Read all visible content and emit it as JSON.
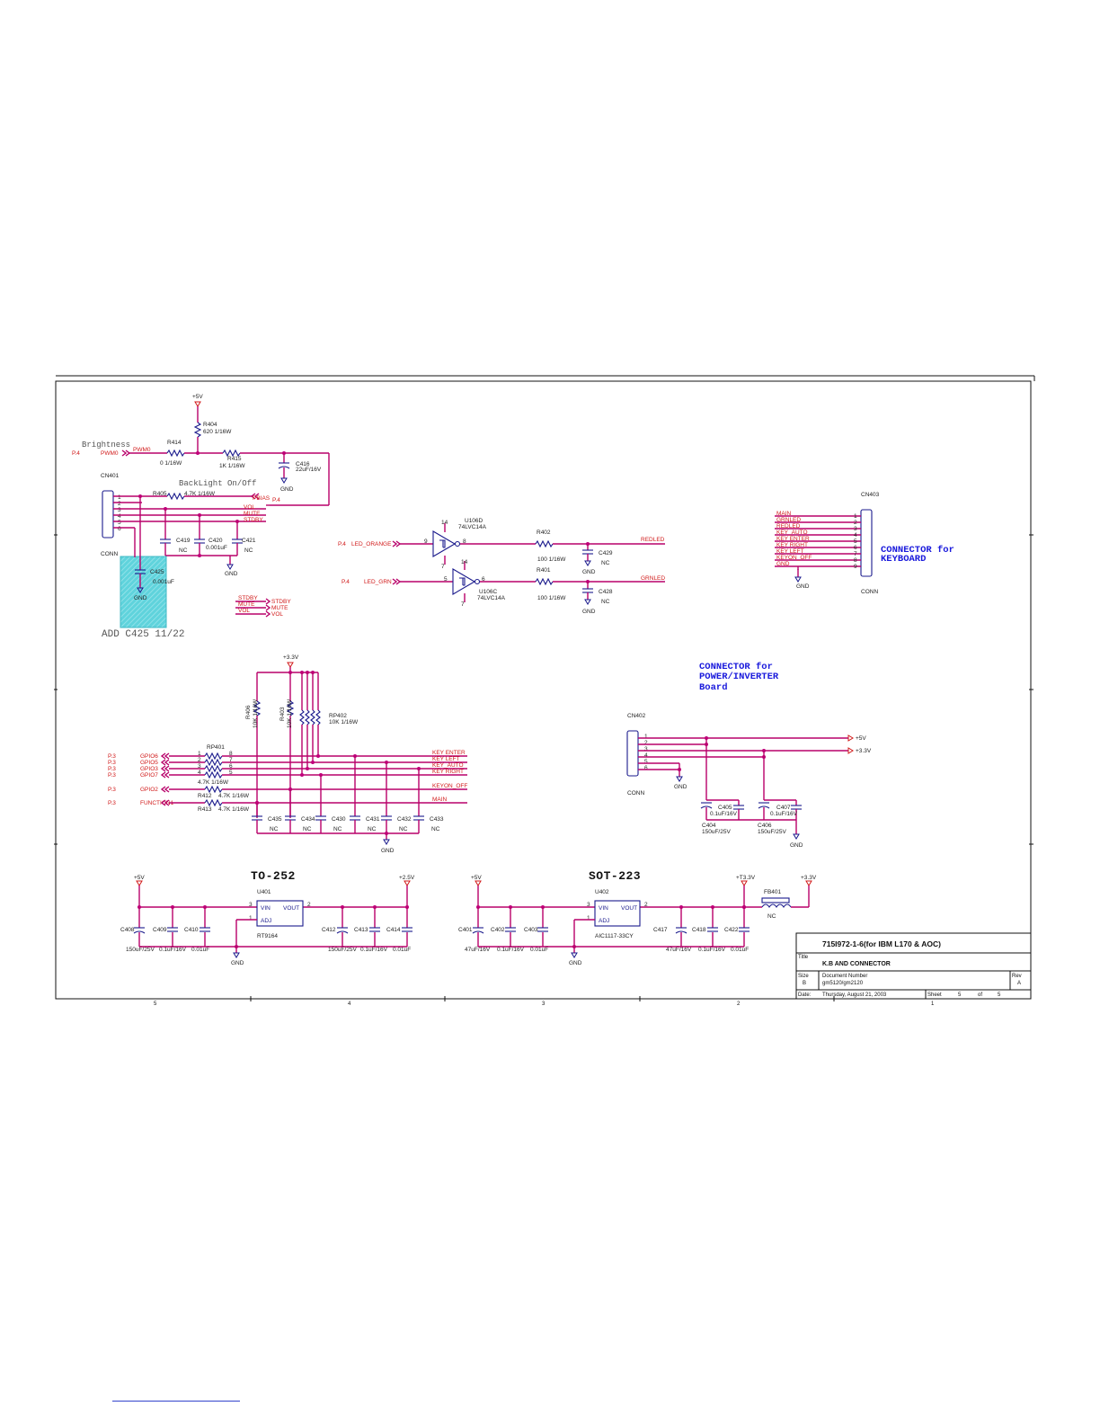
{
  "sheet": {
    "frame_color": "#111111",
    "wire_color": "#b8006a",
    "net_color": "#d11a1a",
    "part_color": "#1a1a8c",
    "highlight_color": "#5fd3dc"
  },
  "top_section": {
    "r404": {
      "ref": "R404",
      "val": "620  1/16W",
      "rail": "+5V"
    },
    "r414": {
      "ref": "R414",
      "val": "0   1/16W"
    },
    "r415": {
      "ref": "R415",
      "val": "1K   1/16W"
    },
    "c416": {
      "ref": "C416",
      "val": "22uF/16V",
      "gnd": "GND"
    },
    "brightness_note": "Brightness",
    "pwm_page": "P.4",
    "pwm_net": "PWM0",
    "pwm_net2": "PWM0",
    "backlight_note": "BackLight On/Off",
    "r405": {
      "ref": "R405",
      "val": "4.7K   1/16W"
    },
    "pbias_net": "PBIAS",
    "pbias_page": "P.4",
    "cn401": {
      "ref": "CN401",
      "type": "CONN",
      "pins": [
        "1",
        "2",
        "3",
        "4",
        "5",
        "6"
      ]
    },
    "nets_cn401": [
      "VOL",
      "MUTE",
      "STDBY"
    ],
    "c419": {
      "ref": "C419",
      "val": "NC"
    },
    "c420": {
      "ref": "C420",
      "val": "0.001uF"
    },
    "c421": {
      "ref": "C421",
      "val": "NC"
    },
    "gnd_c420": "GND",
    "c425": {
      "ref": "C425",
      "val": "0.001uF",
      "gnd": "GND"
    },
    "add_note": "ADD C425 11/22",
    "offpage_left": [
      "STDBY",
      "MUTE",
      "VOL"
    ],
    "offpage_right": [
      "STDBY",
      "MUTE",
      "VOL"
    ]
  },
  "led_section": {
    "u106d": {
      "ref": "U106D",
      "part": "74LVC14A",
      "pin_in": "9",
      "pin_out": "8",
      "pin_vcc": "14",
      "pin_gnd": "7"
    },
    "u106c": {
      "ref": "U106C",
      "part": "74LVC14A",
      "pin_in": "5",
      "pin_out": "6",
      "pin_vcc": "14",
      "pin_gnd": "7"
    },
    "orange_page": "P.4",
    "orange_net": "LED_ORANGE",
    "grn_page": "P.4",
    "grn_net": "LED_GRN",
    "r402": {
      "ref": "R402",
      "val": "100   1/16W"
    },
    "r401": {
      "ref": "R401",
      "val": "100   1/16W"
    },
    "c429": {
      "ref": "C429",
      "val": "NC",
      "gnd": "GND"
    },
    "c428": {
      "ref": "C428",
      "val": "NC",
      "gnd": "GND"
    },
    "redled": "REDLED",
    "grnled": "GRNLED"
  },
  "keyboard_connector": {
    "ref": "CN403",
    "type": "CONN",
    "nets": [
      "MAIN",
      "GRNLED",
      "REDLED",
      "KEY_AUTO",
      "KEY ENTER",
      "KEY RIGHT",
      "KEY LEFT",
      "KEYON_OFF",
      "GND"
    ],
    "pins": [
      "1",
      "2",
      "3",
      "4",
      "5",
      "6",
      "7",
      "8",
      "9"
    ],
    "gnd": "GND",
    "title_line1": "CONNECTOR for",
    "title_line2": "KEYBOARD"
  },
  "power_title": [
    "CONNECTOR for",
    "POWER/INVERTER",
    "Board"
  ],
  "key_section": {
    "rail": "+3.3V",
    "r406": {
      "ref": "R406",
      "val": "10K  1/16W"
    },
    "r403": {
      "ref": "R403",
      "val": "10K  1/16W"
    },
    "rp402": {
      "ref": "RP402",
      "val": "10K   1/16W"
    },
    "rp401": {
      "ref": "RP401",
      "val": "4.7K   1/16W",
      "pins_l": [
        "1",
        "2",
        "3",
        "4"
      ],
      "pins_r": [
        "8",
        "7",
        "6",
        "5"
      ]
    },
    "r412": {
      "ref": "R412",
      "val": "4.7K   1/16W"
    },
    "r413": {
      "ref": "R413",
      "val": "4.7K   1/16W"
    },
    "inputs": [
      {
        "page": "P.3",
        "net": "GPIO6"
      },
      {
        "page": "P.3",
        "net": "GPIO5"
      },
      {
        "page": "P.3",
        "net": "GPIO3"
      },
      {
        "page": "P.3",
        "net": "GPIO7"
      },
      {
        "page": "P.3",
        "net": "GPIO2"
      },
      {
        "page": "P.3",
        "net": "FUNCTION1"
      }
    ],
    "outputs": [
      "KEY ENTER",
      "KEY LEFT",
      "KEY_AUTO",
      "KEY RIGHT",
      "KEYON_OFF",
      "MAIN"
    ],
    "caps": [
      {
        "ref": "C435",
        "val": "NC"
      },
      {
        "ref": "C434",
        "val": "NC"
      },
      {
        "ref": "C430",
        "val": "NC"
      },
      {
        "ref": "C431",
        "val": "NC"
      },
      {
        "ref": "C432",
        "val": "NC"
      },
      {
        "ref": "C433",
        "val": "NC"
      }
    ],
    "gnd": "GND"
  },
  "power_connector": {
    "ref": "CN402",
    "type": "CONN",
    "pins": [
      "1",
      "2",
      "3",
      "4",
      "5",
      "6"
    ],
    "rail_5v": "+5V",
    "rail_33v": "+3.3V",
    "gnd_conn": "GND",
    "gnd_caps": "GND",
    "c405": {
      "ref": "C405",
      "val": "0.1uF/16V"
    },
    "c404": {
      "ref": "C404",
      "val": "150uF/25V"
    },
    "c407": {
      "ref": "C407",
      "val": "0.1uF/16V"
    },
    "c406": {
      "ref": "C406",
      "val": "150uF/25V"
    }
  },
  "regulator_to252": {
    "title": "TO-252",
    "in_rail": "+5V",
    "out_rail": "+2.5V",
    "u401": {
      "ref": "U401",
      "part": "RT9164",
      "vin": "VIN",
      "vout": "VOUT",
      "adj": "ADJ",
      "pin3": "3",
      "pin2": "2",
      "pin1": "1"
    },
    "c408": {
      "ref": "C408",
      "val": "150uF/25V"
    },
    "c409": {
      "ref": "C409",
      "val": "0.1uF/16V"
    },
    "c410": {
      "ref": "C410",
      "val": "0.01uF"
    },
    "c412": {
      "ref": "C412",
      "val": "150uF/25V"
    },
    "c413": {
      "ref": "C413",
      "val": "0.1uF/16V"
    },
    "c414": {
      "ref": "C414",
      "val": "0.01uF"
    },
    "gnd": "GND"
  },
  "regulator_sot223": {
    "title": "SOT-223",
    "in_rail": "+5V",
    "out_rail": "+T3.3V",
    "final_rail": "+3.3V",
    "fb401": {
      "ref": "FB401",
      "val": "NC"
    },
    "u402": {
      "ref": "U402",
      "part": "AIC1117-33CY",
      "vin": "VIN",
      "vout": "VOUT",
      "adj": "ADJ",
      "pin3": "3",
      "pin2": "2",
      "pin1": "1"
    },
    "c401": {
      "ref": "C401",
      "val": "47uF/16V"
    },
    "c402": {
      "ref": "C402",
      "val": "0.1uF/16V"
    },
    "c403": {
      "ref": "C403",
      "val": "0.01uF"
    },
    "c417": {
      "ref": "C417",
      "val": "47uF/16V"
    },
    "c418": {
      "ref": "C418",
      "val": "0.1uF/16V"
    },
    "c422": {
      "ref": "C422",
      "val": "0.01uF"
    },
    "gnd": "GND"
  },
  "title_block": {
    "project": "715I972-1-6(for IBM L170 & AOC)",
    "title_label": "Title",
    "title": "K.B AND CONNECTOR",
    "size_label": "Size",
    "size": "B",
    "docnum_label": "Document Number",
    "docnum": "gm5120/gm2120",
    "rev_label": "Rev",
    "rev": "A",
    "date_label": "Date:",
    "date": "Thursday, August 21, 2003",
    "sheet_label": "Sheet",
    "sheet": "5",
    "of_label": "of",
    "of": "5"
  },
  "frame_marks": [
    "5",
    "4",
    "3",
    "2",
    "1"
  ]
}
